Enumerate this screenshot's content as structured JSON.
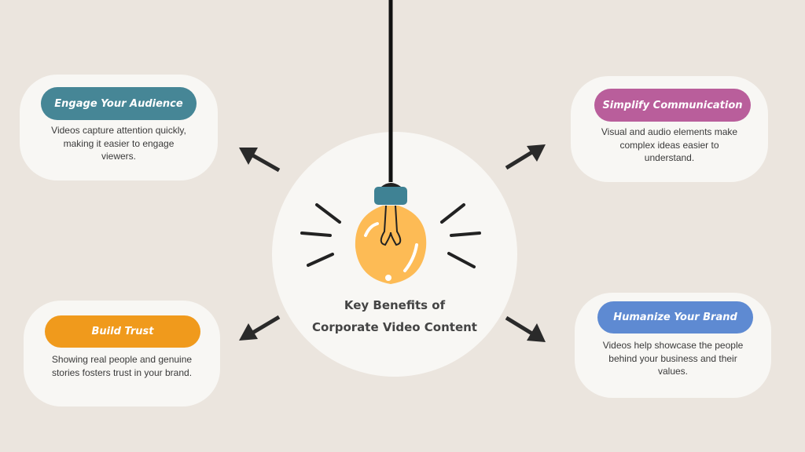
{
  "center": {
    "title_line1": "Key Benefits of",
    "title_line2": "Corporate Video Content"
  },
  "benefits": [
    {
      "title": "Engage Your Audience",
      "description": "Videos capture attention quickly, making it easier to engage viewers.",
      "color": "#468696"
    },
    {
      "title": "Simplify Communication",
      "description": "Visual and audio elements make complex ideas easier to understand.",
      "color": "#b95e9b"
    },
    {
      "title": "Build Trust",
      "description": "Showing real people and genuine stories fosters trust in your brand.",
      "color": "#f09a1c"
    },
    {
      "title": "Humanize Your Brand",
      "description": "Videos help showcase the people behind your business and their values.",
      "color": "#5e8ad2"
    }
  ]
}
